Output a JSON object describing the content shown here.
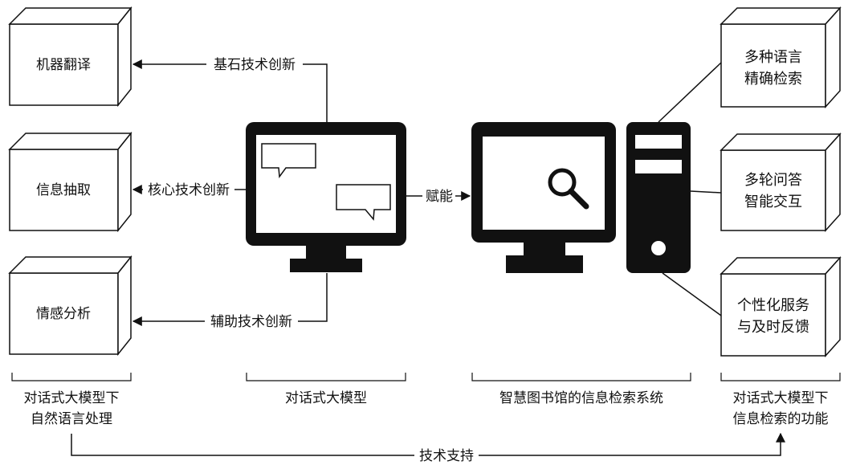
{
  "left_boxes": [
    {
      "label": "机器翻译"
    },
    {
      "label": "信息抽取"
    },
    {
      "label": "情感分析"
    }
  ],
  "model_arrows": {
    "top": "基石技术创新",
    "middle": "核心技术创新",
    "bottom": "辅助技术创新"
  },
  "empower_label": "赋能",
  "right_boxes": [
    {
      "line1": "多种语言",
      "line2": "精确检索"
    },
    {
      "line1": "多轮问答",
      "line2": "智能交互"
    },
    {
      "line1": "个性化服务",
      "line2": "与及时反馈"
    }
  ],
  "captions": {
    "nlp_line1": "对话式大模型下",
    "nlp_line2": "自然语言处理",
    "model": "对话式大模型",
    "system": "智慧图书馆的信息检索系统",
    "func_line1": "对话式大模型下",
    "func_line2": "信息检索的功能"
  },
  "support_label": "技术支持"
}
